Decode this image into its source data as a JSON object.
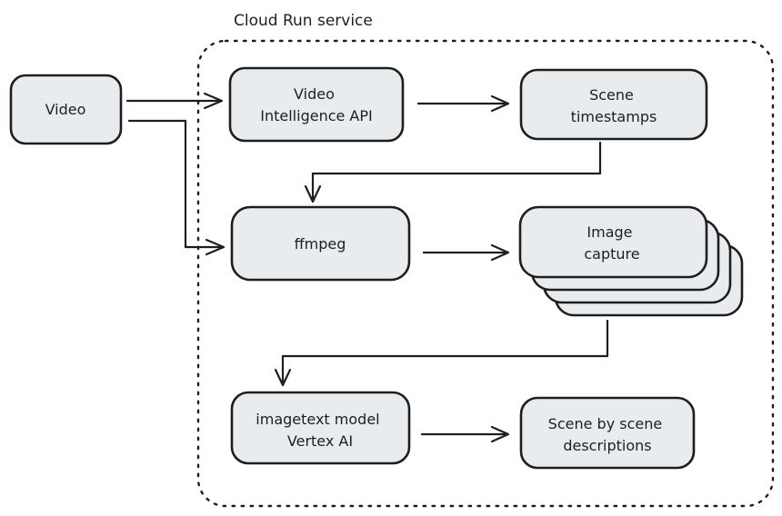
{
  "diagram": {
    "title": "Cloud Run service",
    "nodes": {
      "video": {
        "label": "Video",
        "lines": [
          "Video"
        ]
      },
      "video_intelligence": {
        "label": "Video Intelligence API",
        "lines": [
          "Video",
          "Intelligence API"
        ]
      },
      "scene_timestamps": {
        "label": "Scene timestamps",
        "lines": [
          "Scene",
          "timestamps"
        ]
      },
      "ffmpeg": {
        "label": "ffmpeg",
        "lines": [
          "ffmpeg"
        ]
      },
      "image_capture": {
        "label": "Image capture",
        "lines": [
          "Image",
          "capture"
        ],
        "stack_count": 4
      },
      "imagetext_model": {
        "label": "imagetext model Vertex AI",
        "lines": [
          "imagetext model",
          "Vertex AI"
        ]
      },
      "scene_descriptions": {
        "label": "Scene by scene descriptions",
        "lines": [
          "Scene by scene",
          "descriptions"
        ]
      }
    },
    "edges": [
      {
        "from": "video",
        "to": "video_intelligence"
      },
      {
        "from": "video",
        "to": "ffmpeg"
      },
      {
        "from": "video_intelligence",
        "to": "scene_timestamps"
      },
      {
        "from": "scene_timestamps",
        "to": "ffmpeg"
      },
      {
        "from": "ffmpeg",
        "to": "image_capture"
      },
      {
        "from": "image_capture",
        "to": "imagetext_model"
      },
      {
        "from": "imagetext_model",
        "to": "scene_descriptions"
      }
    ],
    "colors": {
      "node_fill": "#e9ecef",
      "stroke": "#1e1e1e",
      "background": "#ffffff"
    }
  }
}
